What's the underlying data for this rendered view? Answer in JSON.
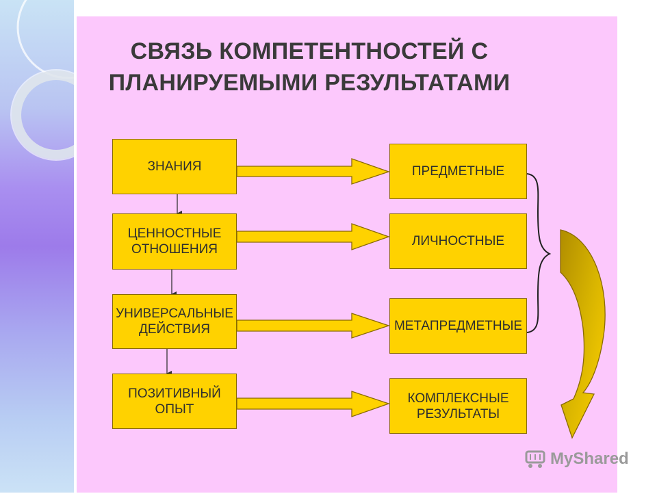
{
  "title": {
    "line1": "СВЯЗЬ КОМПЕТЕНТНОСТЕЙ С",
    "line2": "ПЛАНИРУЕМЫМИ РЕЗУЛЬТАТАМИ"
  },
  "left_boxes": [
    {
      "line1": "ЗНАНИЯ",
      "line2": ""
    },
    {
      "line1": "ЦЕННОСТНЫЕ",
      "line2": "ОТНОШЕНИЯ"
    },
    {
      "line1": "УНИВЕРСАЛЬНЫЕ",
      "line2": "ДЕЙСТВИЯ"
    },
    {
      "line1": "ПОЗИТИВНЫЙ",
      "line2": "ОПЫТ"
    }
  ],
  "right_boxes": [
    {
      "line1": "ПРЕДМЕТНЫЕ",
      "line2": ""
    },
    {
      "line1": "ЛИЧНОСТНЫЕ",
      "line2": ""
    },
    {
      "line1": "МЕТАПРЕДМЕТНЫЕ",
      "line2": ""
    },
    {
      "line1": "КОМПЛЕКСНЫЕ",
      "line2": "РЕЗУЛЬТАТЫ"
    }
  ],
  "watermark": "MyShared",
  "colors": {
    "slide_background": "#fcc8fc",
    "box_fill": "#ffd200",
    "box_border": "#8a6a00",
    "curved_arrow_dark": "#c9a400",
    "title_text": "#3a3a3a"
  }
}
